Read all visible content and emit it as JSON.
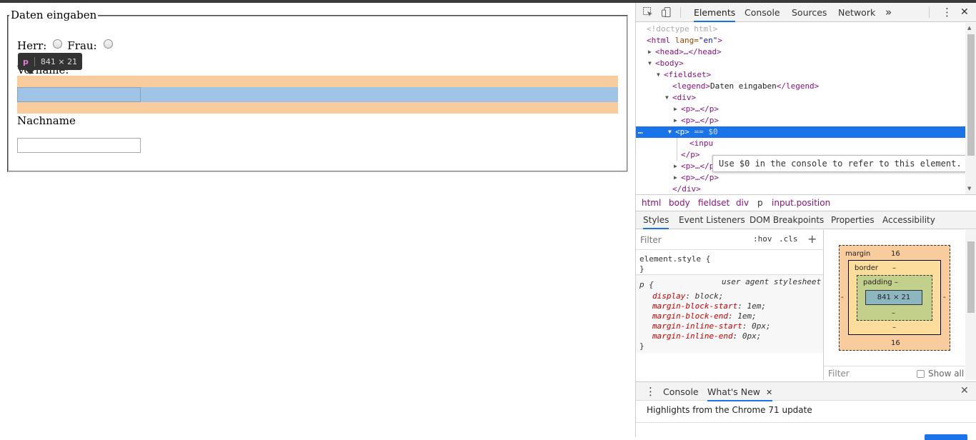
{
  "page": {
    "legend": "Daten eingaben",
    "herr_label": "Herr:",
    "frau_label": "Frau:",
    "vorname_label": "Vorname:",
    "nachname_label": "Nachname",
    "inspect_tooltip": {
      "tag": "p",
      "dims": "841 × 21"
    }
  },
  "devtools": {
    "toolbar": {
      "inspect_icon": "cursor-select-icon",
      "device_icon": "device-toggle-icon",
      "tabs": [
        "Elements",
        "Console",
        "Sources",
        "Network"
      ],
      "active_tab": "Elements",
      "more": "»",
      "menu": "⋮",
      "close": "✕"
    },
    "elements": {
      "lines": [
        {
          "text": "<!doctype html>"
        },
        {
          "tag_open": "<html",
          "attr": " lang=",
          "val": "\"en\"",
          "tag_close": ">"
        },
        {
          "text": "<head>…</head>"
        },
        {
          "text": "<body>"
        },
        {
          "text": "<fieldset>"
        },
        {
          "open": "<legend>",
          "inner": "Daten eingaben",
          "close": "</legend>"
        },
        {
          "text": "<div>"
        },
        {
          "text": "<p>…</p>"
        },
        {
          "text": "<p>…</p>"
        },
        {
          "text": "<p> == $0"
        },
        {
          "text": "<inpu"
        },
        {
          "text": "</p>"
        },
        {
          "text": "<p>…</p>"
        },
        {
          "text": "<p>…</p>"
        },
        {
          "text": "</div>"
        }
      ],
      "selected_tag": "<p>",
      "selected_suffix": " == $0",
      "tooltip": "Use $0 in the console to refer to this element."
    },
    "breadcrumbs": [
      "html",
      "body",
      "fieldset",
      "div",
      "p",
      "input.position"
    ],
    "subtabs": [
      "Styles",
      "Event Listeners",
      "DOM Breakpoints",
      "Properties",
      "Accessibility"
    ],
    "styles": {
      "filter_placeholder": "Filter",
      "hov": ":hov",
      "cls": ".cls",
      "plus": "+",
      "element_style": "element.style {",
      "close_brace": "}",
      "ua_selector": "p {",
      "ua_source": "user agent stylesheet",
      "props": [
        {
          "name": "display",
          "value": " block;"
        },
        {
          "name": "margin-block-start",
          "value": " 1em;"
        },
        {
          "name": "margin-block-end",
          "value": " 1em;"
        },
        {
          "name": "margin-inline-start",
          "value": " 0px;"
        },
        {
          "name": "margin-inline-end",
          "value": " 0px;"
        }
      ]
    },
    "box_model": {
      "margin_label": "margin",
      "margin_top": "16",
      "margin_bottom": "16",
      "margin_left": "-",
      "margin_right": "-",
      "border_label": "border",
      "border_top": "–",
      "border_bottom": "–",
      "padding_label": "padding –",
      "padding_bottom": "–",
      "content": "841 × 21",
      "filter": "Filter",
      "show_all": "Show all"
    },
    "drawer": {
      "tabs": [
        "Console",
        "What's New"
      ],
      "active_tab": "What's New",
      "tab_close": "✕",
      "close": "✕",
      "headline": "Highlights from the Chrome 71 update"
    }
  }
}
